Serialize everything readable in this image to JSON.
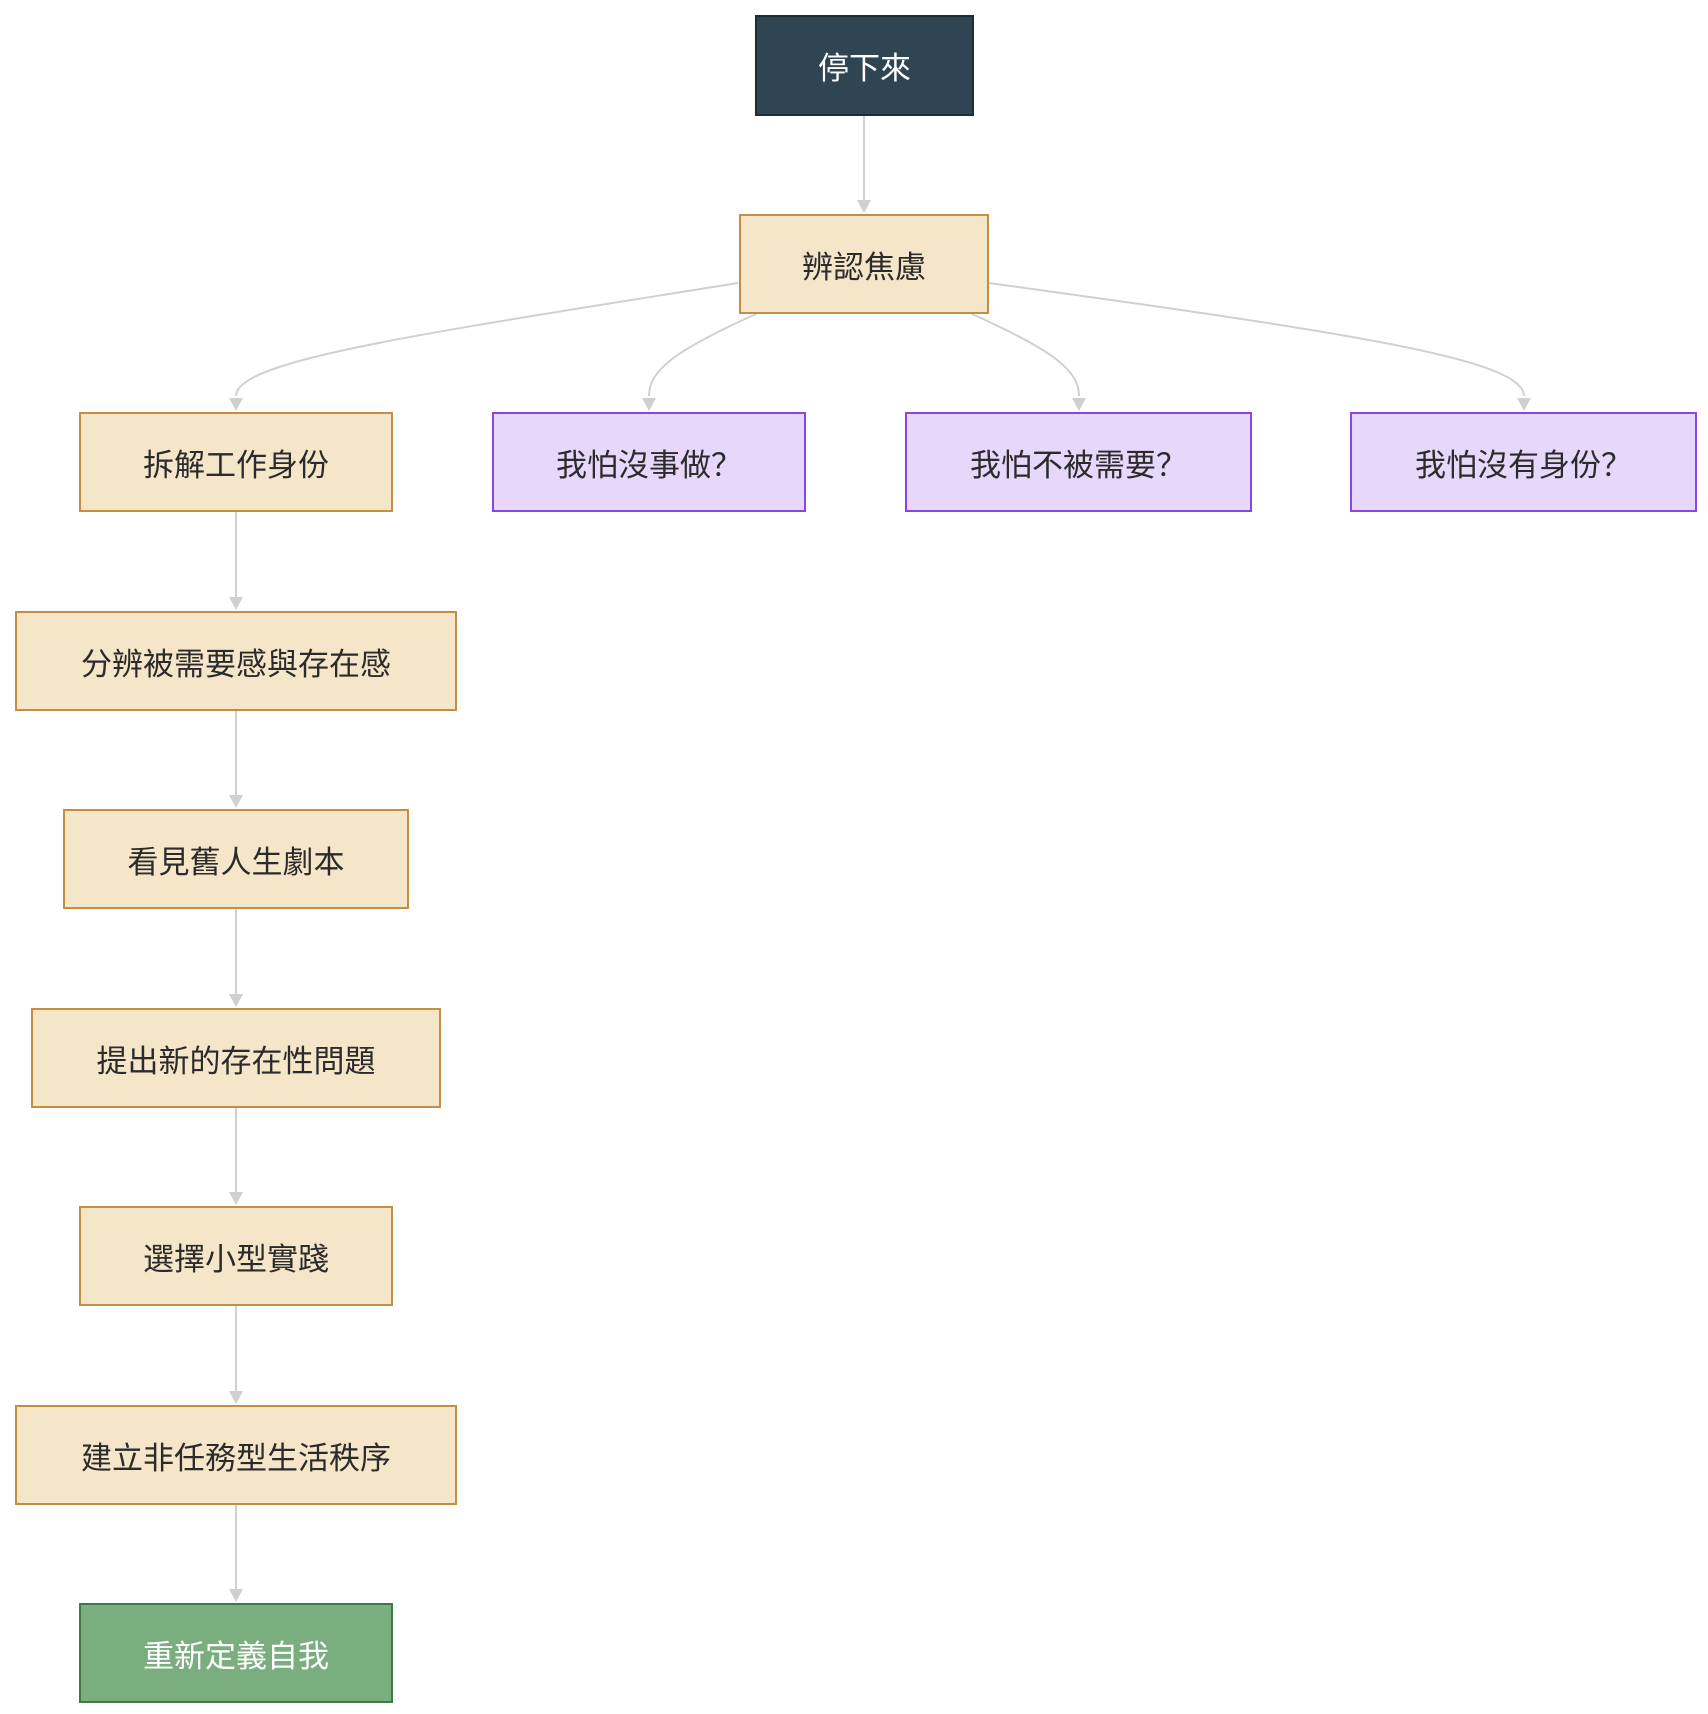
{
  "colors": {
    "start_fill": "#2f4553",
    "step_fill": "#f6e6c9",
    "step_border": "#c48f45",
    "question_fill": "#e6d7fb",
    "question_border": "#8a47e0",
    "end_fill": "#7aae7e",
    "edge": "#d0d0d0"
  },
  "nodes": {
    "stop": "停下來",
    "identify_anxiety": "辨認焦慮",
    "dismantle_identity": "拆解工作身份",
    "fear_nothing_to_do": "我怕沒事做？",
    "fear_not_needed": "我怕不被需要？",
    "fear_no_identity": "我怕沒有身份？",
    "distinguish": "分辨被需要感與存在感",
    "see_script": "看見舊人生劇本",
    "new_questions": "提出新的存在性問題",
    "small_practice": "選擇小型實踐",
    "build_order": "建立非任務型生活秩序",
    "redefine_self": "重新定義自我"
  }
}
